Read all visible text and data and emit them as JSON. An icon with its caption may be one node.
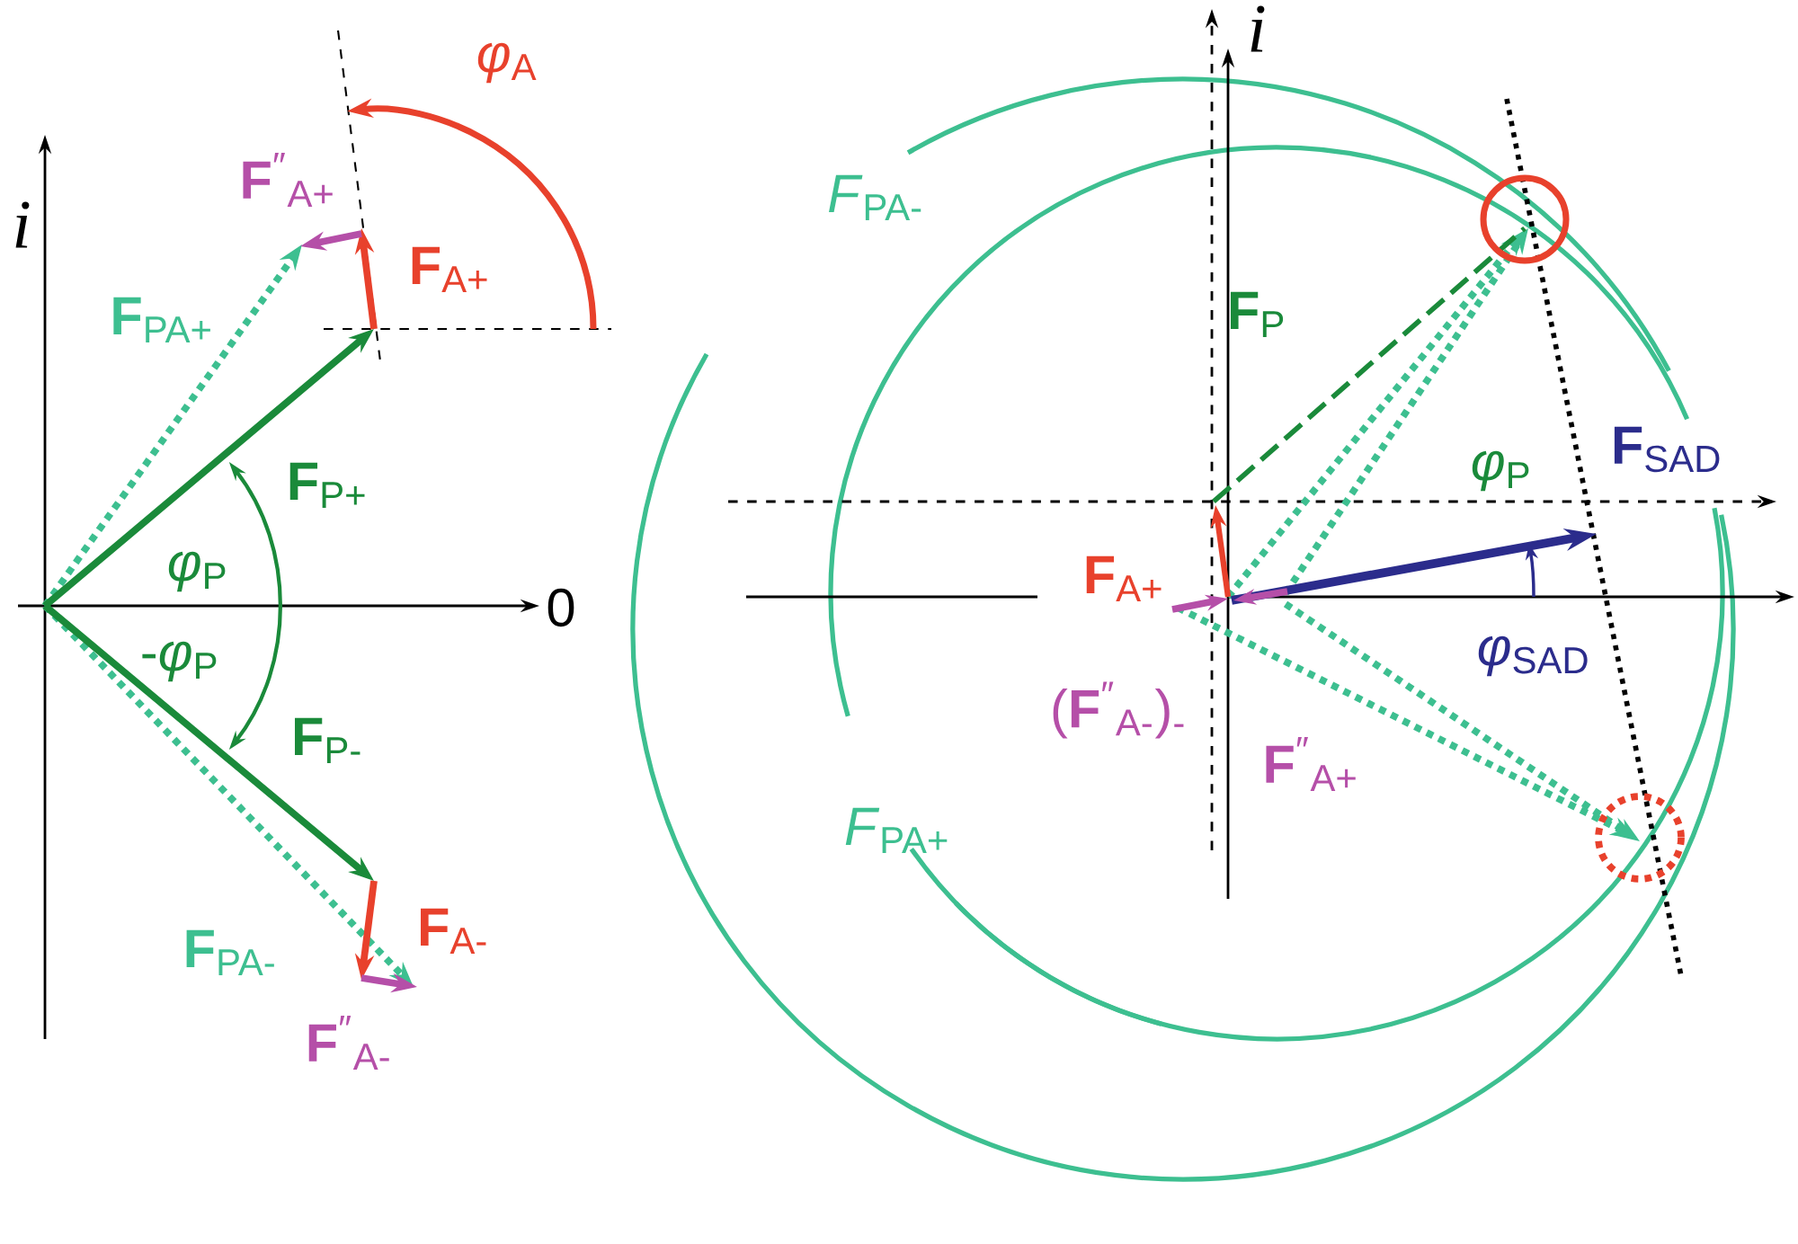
{
  "diagram": {
    "labels": [
      "*φ*$_{A}$",
      "i",
      "**F**$^{″}$$_{A+}$",
      "**F**$_{A+}$",
      "**F**$_{PA+}$",
      "**F**$_{P+}$",
      "*φ*$_{P}$",
      "0",
      "-*φ*$_{P}$",
      "**F**$_{P-}$",
      "**F**$_{A-}$",
      "**F**$_{PA-}$",
      "**F**$^{″}$$_{A-}$",
      "i",
      "*F*$_{PA-}$",
      "**F**$_{P}$",
      "*φ*$_{P}$",
      "**F**$_{SAD}$",
      "**F**$_{A+}$",
      "*φ*$_{SAD}$",
      "(**F**$^{″}$$_{A-}$)$_{-}$",
      "**F**$^{″}$$_{A+}$",
      "*F*$_{PA+}$"
    ]
  }
}
